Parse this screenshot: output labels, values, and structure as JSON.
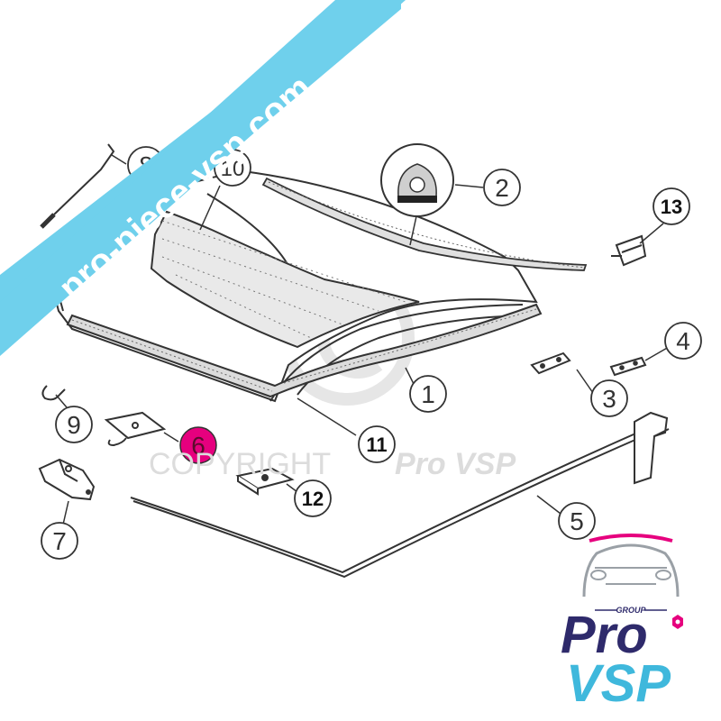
{
  "callouts": {
    "c1": "1",
    "c2": "2",
    "c3": "3",
    "c4": "4",
    "c5": "5",
    "c6": "6",
    "c7": "7",
    "c8": "8",
    "c9": "9",
    "c10": "10",
    "c11": "11",
    "c12": "12",
    "c13": "13"
  },
  "highlight_color": "#e6007e",
  "watermark": {
    "copyright": "COPYRIGHT",
    "brand": "Pro VSP"
  },
  "banner": {
    "text": "pro-piece-vsp.com",
    "color": "#6fd0ec"
  },
  "logo": {
    "group": "GROUP",
    "pro": "Pro",
    "vsp": "VSP"
  }
}
